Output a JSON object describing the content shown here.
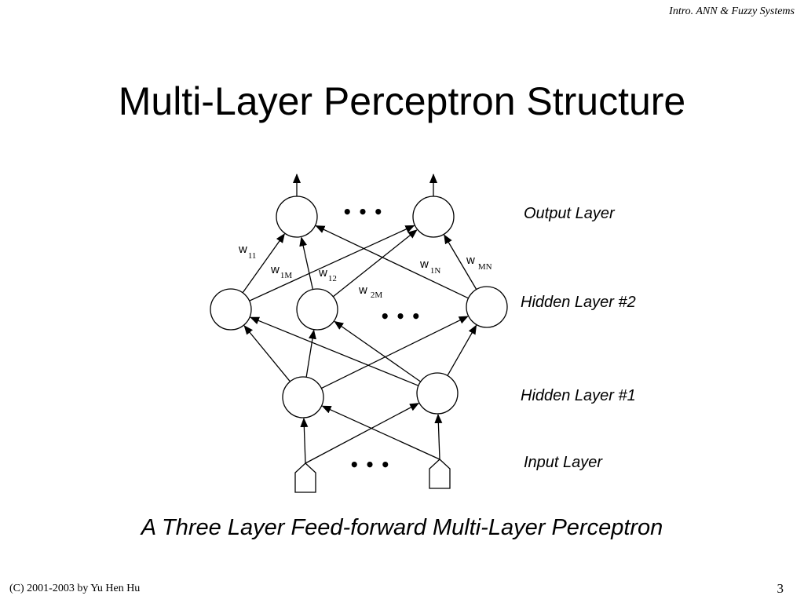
{
  "header": {
    "course": "Intro. ANN & Fuzzy Systems"
  },
  "title": "Multi-Layer Perceptron Structure",
  "diagram": {
    "layer_labels": {
      "output": "Output Layer",
      "hidden2": "Hidden Layer #2",
      "hidden1": "Hidden Layer #1",
      "input": "Input Layer"
    },
    "ellipsis": "• • •",
    "weights": [
      {
        "name": "w",
        "sub": "11"
      },
      {
        "name": "w",
        "sub": "1M"
      },
      {
        "name": "w",
        "sub": "12"
      },
      {
        "name": "w",
        "sub": "2M"
      },
      {
        "name": "w",
        "sub": "1N"
      },
      {
        "name": "w",
        "sub": "MN"
      }
    ]
  },
  "caption": "A Three Layer Feed-forward Multi-Layer Perceptron",
  "footer": {
    "copyright": "(C) 2001-2003  by Yu Hen Hu",
    "page_number": "3"
  }
}
